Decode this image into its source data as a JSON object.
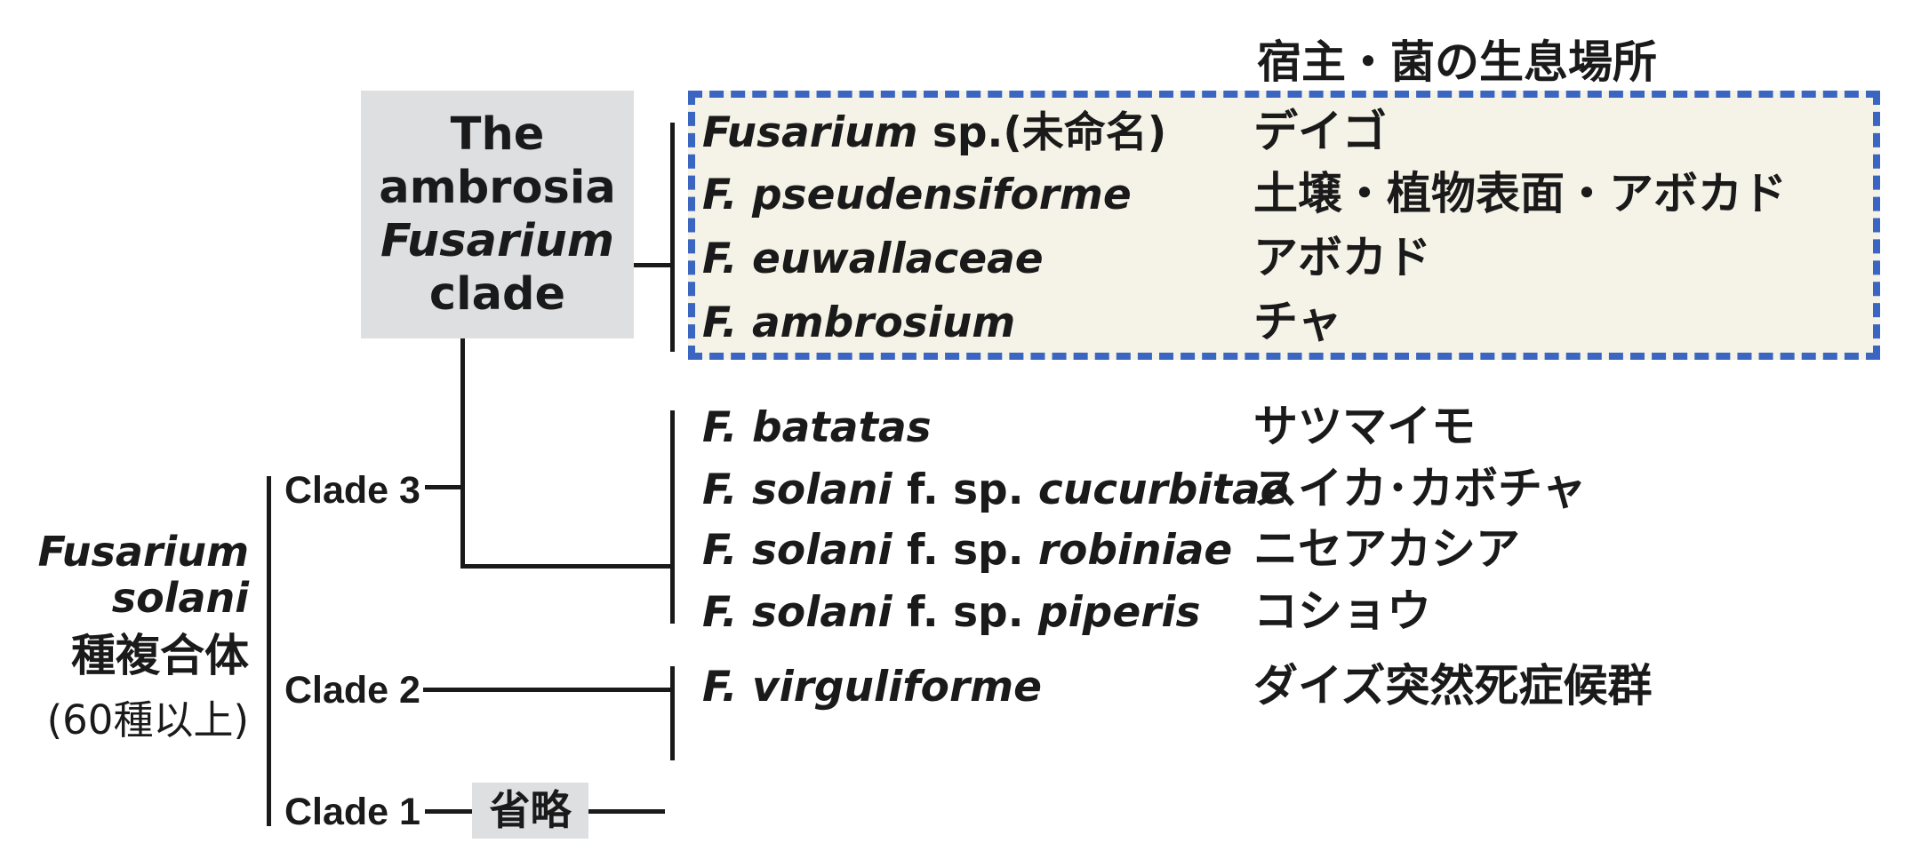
{
  "header": {
    "habitat_title": "宿主・菌の生息場所"
  },
  "ambrosia_clade": {
    "line1": "The",
    "line2": "ambrosia",
    "line3": "Fusarium",
    "line4": "clade"
  },
  "highlighted_taxa": [
    {
      "name_italic": "Fusarium",
      "name_plain": " sp.(未命名)",
      "host": "デイゴ"
    },
    {
      "name_italic": "F. pseudensiforme",
      "name_plain": "",
      "host": "土壌・植物表面・アボカド"
    },
    {
      "name_italic": "F. euwallaceae",
      "name_plain": "",
      "host": "アボカド"
    },
    {
      "name_italic": "F. ambrosium",
      "name_plain": "",
      "host": "チャ"
    }
  ],
  "clade3_taxa": [
    {
      "parts": [
        "F. batatas",
        "",
        ""
      ],
      "host": "サツマイモ"
    },
    {
      "parts": [
        "F. solani",
        " f. sp. ",
        "cucurbitae"
      ],
      "host": "スイカ･カボチャ"
    },
    {
      "parts": [
        "F. solani",
        " f. sp. ",
        "robiniae"
      ],
      "host": "ニセアカシア"
    },
    {
      "parts": [
        "F. solani",
        " f. sp. ",
        "piperis"
      ],
      "host": "コショウ"
    }
  ],
  "clade2_taxa": [
    {
      "name_italic": "F. virguliforme",
      "host": "ダイズ突然死症候群"
    }
  ],
  "clades": {
    "clade3": "Clade 3",
    "clade2": "Clade 2",
    "clade1": "Clade 1",
    "clade1_omitted": "省略"
  },
  "species_complex": {
    "name": "Fusarium solani",
    "suffix": "種複合体",
    "note": "(60種以上)"
  },
  "colors": {
    "highlight_fill": "#f5f3e7",
    "highlight_border": "#3a66c2",
    "box_fill": "#dedfe1",
    "line": "#1a1a1a"
  }
}
